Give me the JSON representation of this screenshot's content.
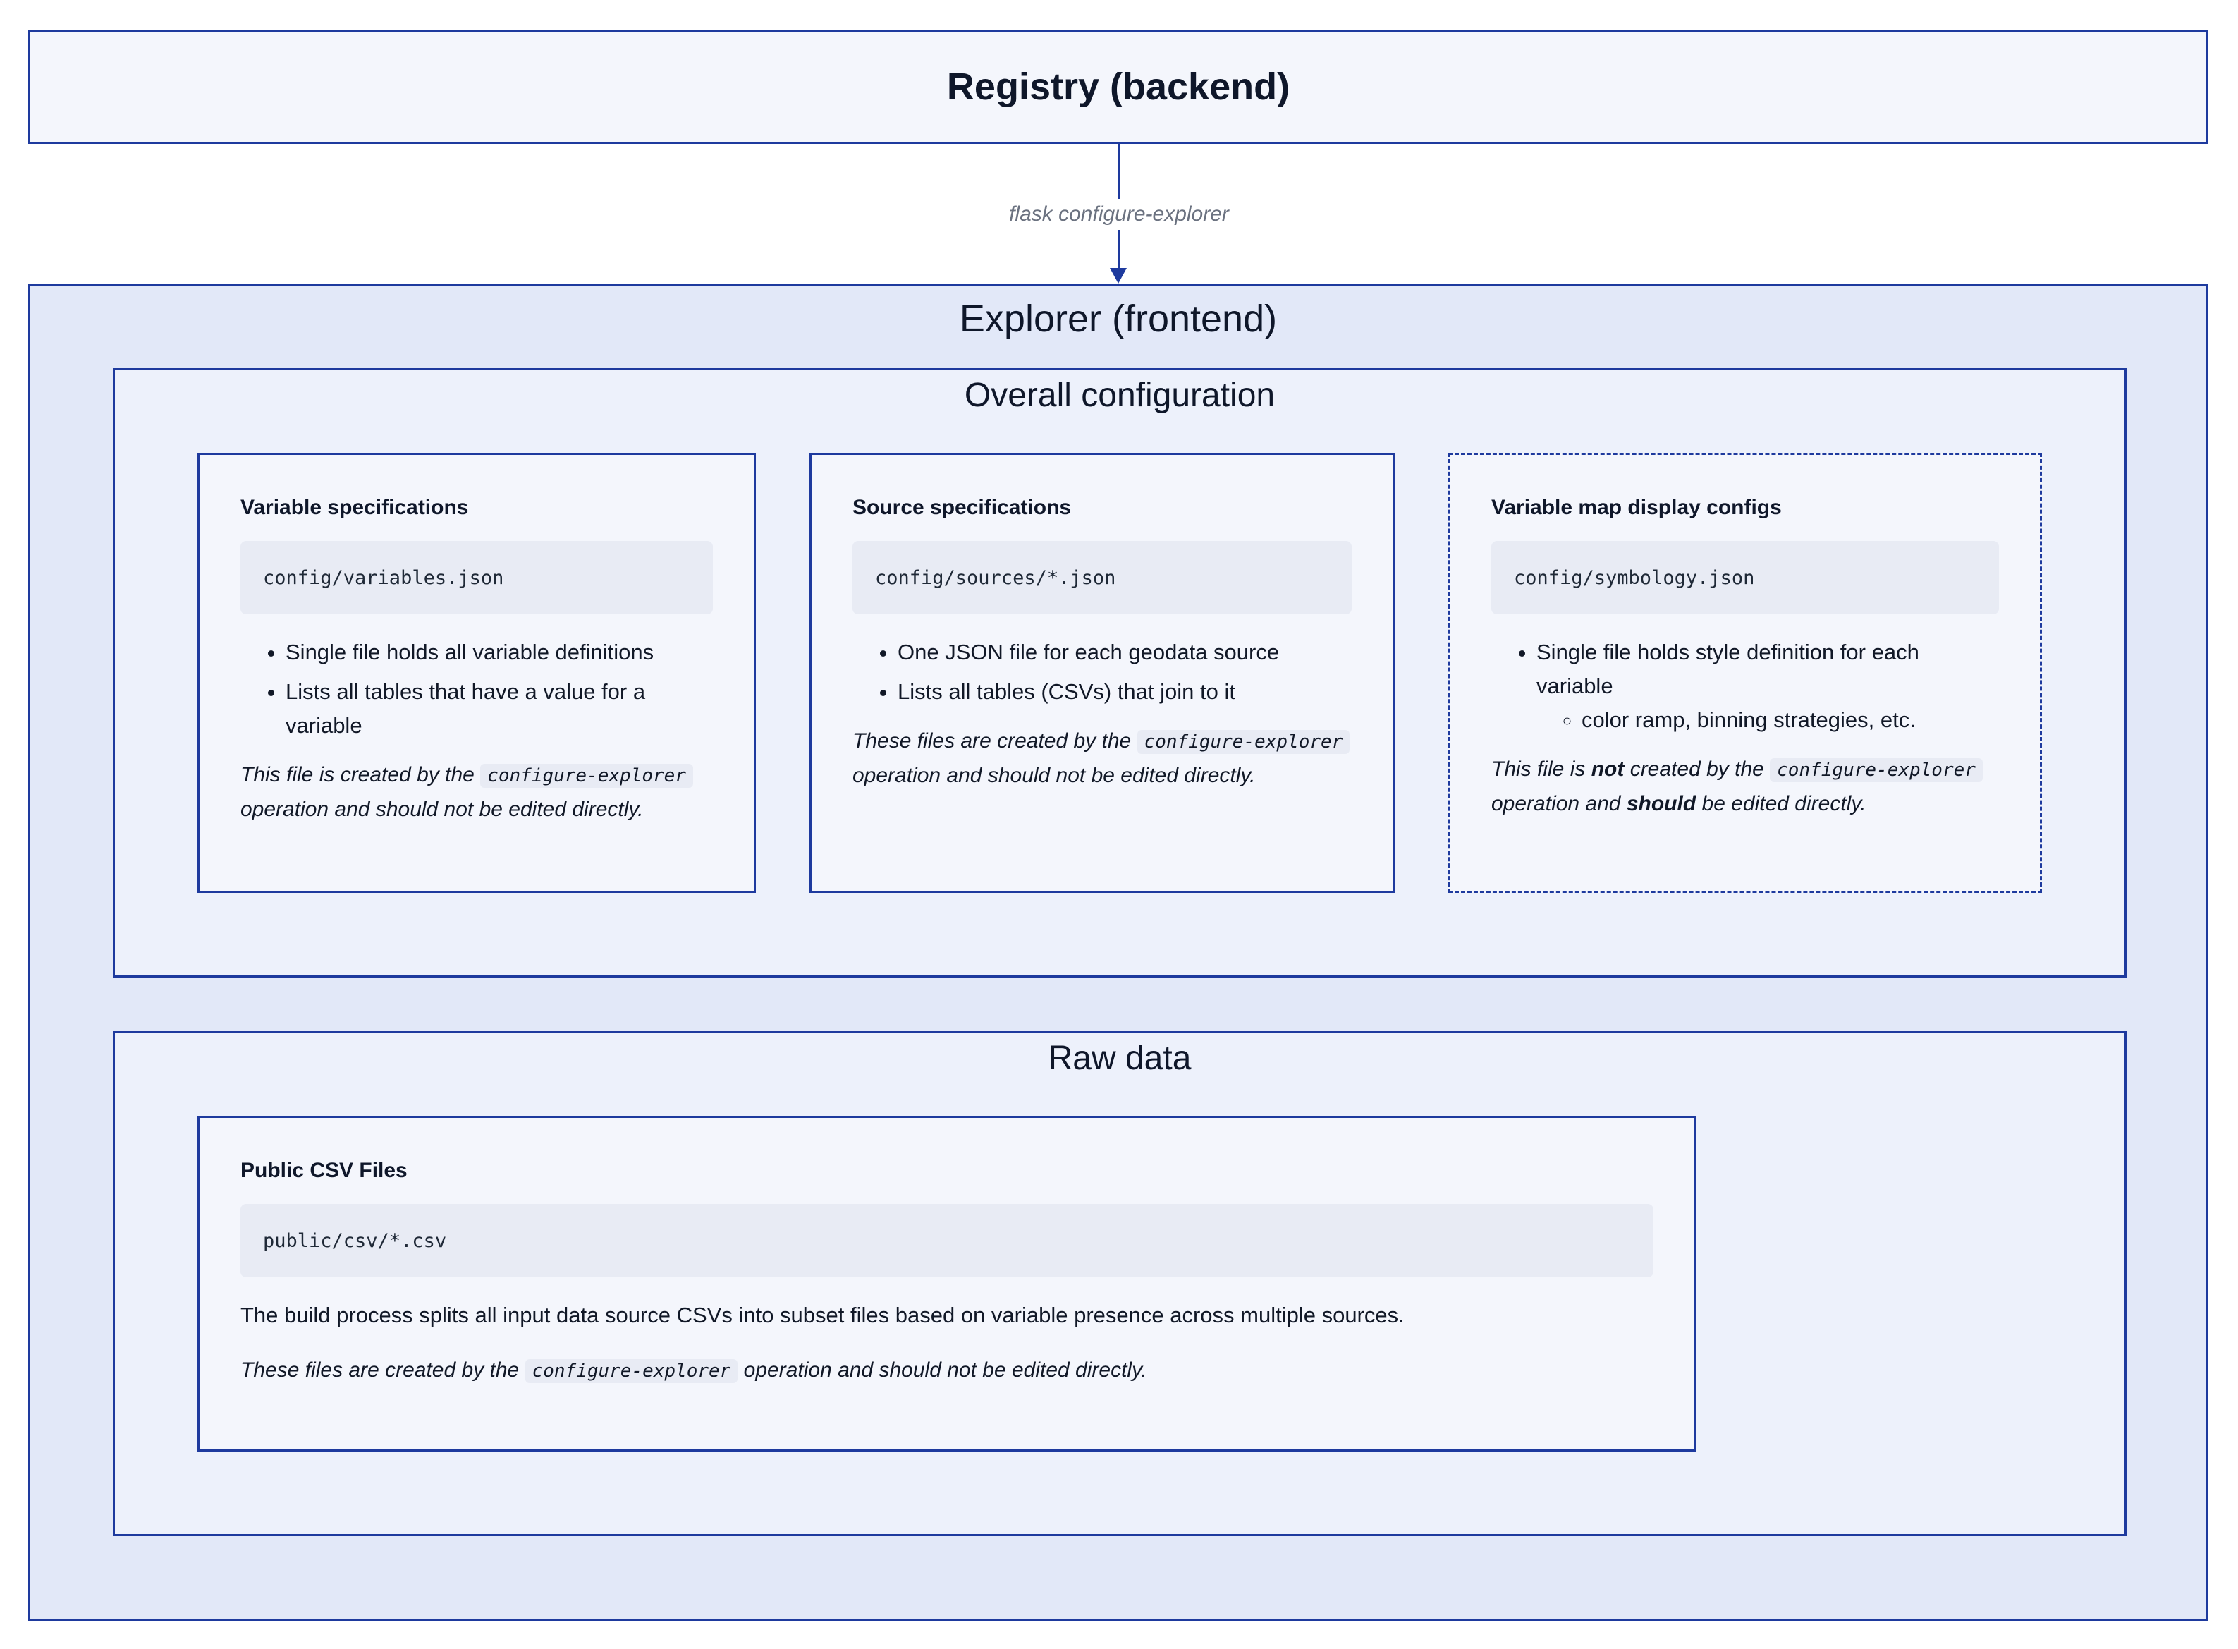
{
  "registry": {
    "title": "Registry (backend)"
  },
  "connector": {
    "label": "flask configure-explorer"
  },
  "explorer": {
    "title": "Explorer (frontend)",
    "overall": {
      "title": "Overall configuration",
      "cards": [
        {
          "title": "Variable specifications",
          "code": "config/variables.json",
          "bullets": [
            "Single file holds all variable definitions",
            "Lists all tables that have a value for a variable"
          ],
          "note_prefix": "This file is created by the",
          "note_code": "configure-explorer",
          "note_suffix": "operation and should not be edited directly."
        },
        {
          "title": "Source specifications",
          "code": "config/sources/*.json",
          "bullets": [
            "One JSON file for each geodata source",
            "Lists all tables (CSVs) that join to it"
          ],
          "note_prefix": "These files are created by the",
          "note_code": "configure-explorer",
          "note_suffix": "operation and should not be edited directly."
        },
        {
          "title": "Variable map display configs",
          "code": "config/symbology.json",
          "bullets": [
            "Single file holds style definition for each variable"
          ],
          "sub_bullets": [
            "color ramp, binning strategies, etc."
          ],
          "note_prefix": "This file is",
          "note_emph1": "not",
          "note_mid": "created by the",
          "note_code": "configure-explorer",
          "note_mid2": "operation and",
          "note_emph2": "should",
          "note_suffix": "be edited directly."
        }
      ]
    },
    "raw": {
      "title": "Raw data",
      "card": {
        "title": "Public CSV Files",
        "code": "public/csv/*.csv",
        "body": "The build process splits all input data source CSVs into subset files based on variable presence across multiple sources.",
        "note_prefix": "These files are created by the",
        "note_code": "configure-explorer",
        "note_suffix": "operation and should not be edited directly."
      }
    }
  },
  "colors": {
    "border": "#1e3a9e",
    "outer_fill": "#e2e8f8",
    "group_fill": "#edf1fb",
    "card_fill": "#f4f6fc",
    "code_fill": "#e8ebf4"
  }
}
